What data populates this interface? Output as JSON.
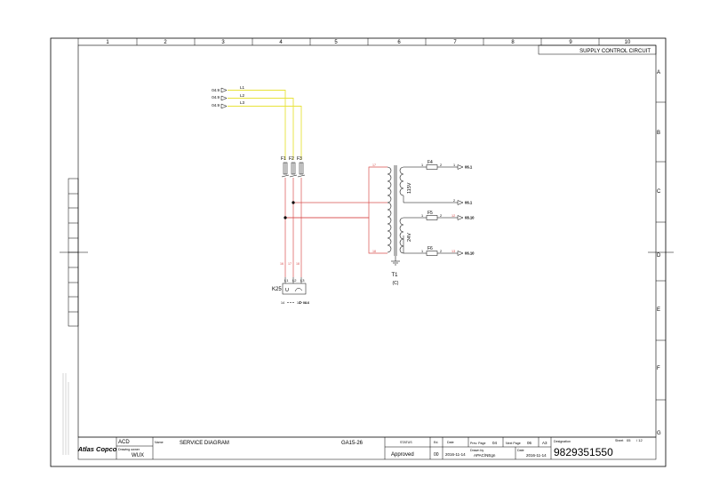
{
  "sheet": {
    "column_numbers": [
      "1",
      "2",
      "3",
      "4",
      "5",
      "6",
      "7",
      "8",
      "9",
      "10"
    ],
    "row_letters": [
      "A",
      "B",
      "C",
      "D",
      "E",
      "F",
      "G"
    ],
    "title": "SUPPLY CONTROL CIRCUIT"
  },
  "circuit": {
    "inputs": [
      {
        "ref": "04.9",
        "line": "L1"
      },
      {
        "ref": "04.9",
        "line": "L2"
      },
      {
        "ref": "04.9",
        "line": "L3"
      }
    ],
    "fuses_main": [
      "F1",
      "F2",
      "F3"
    ],
    "contactor": {
      "name": "K25",
      "terminals": [
        "L1",
        "L2",
        "L3"
      ],
      "symbol_u": "U",
      "aux_a": "14",
      "aux_b": "14",
      "aux_ref": "08.6"
    },
    "wire_nums_top": "17",
    "wire_nums_bottom": "18",
    "wire_nums_vertical": [
      "16",
      "17",
      "18"
    ],
    "transformer": {
      "name": "T1",
      "note": "(C)",
      "v1": "115V",
      "v2": "24V"
    },
    "fuses_secondary": [
      {
        "name": "F4",
        "pin1": "1",
        "pin2": "2",
        "pin3": "1",
        "ref": "06.1"
      },
      {
        "name": "",
        "pin1": "",
        "pin2": "2",
        "pin3": "",
        "ref": "06.1"
      },
      {
        "name": "F5",
        "pin1": "1",
        "pin2": "2",
        "pin3": "12",
        "ref": "08.10"
      },
      {
        "name": "F6",
        "pin1": "1",
        "pin2": "2",
        "pin3": "13",
        "ref": "06.10"
      }
    ]
  },
  "title_block": {
    "logo": "Atlas Copco",
    "company": "ACD",
    "drawing_owner_label": "Drawing owner",
    "drawing_owner": "WUX",
    "name_label": "Name",
    "name": "SERVICE DIAGRAM",
    "model": "GA15-26",
    "status_label": "STATUS",
    "status": "Approved",
    "ed_label": "Ed.",
    "ed": "00",
    "date_label": "Date",
    "date": "2016-11-14",
    "prev_page_label": "Prev. Page",
    "prev_page": "04",
    "next_page_label": "Next Page",
    "next_page": "06",
    "size": "A3",
    "drawn_by_label": "Drawn by",
    "drawn_by": "APAC\\NEgn",
    "date2_label": "Date",
    "date2": "2016-11-14",
    "designation_label": "Designation",
    "designation": "9829351550",
    "sheet_label": "Sheet",
    "sheet": "05",
    "sheet_total": "/ 12"
  }
}
